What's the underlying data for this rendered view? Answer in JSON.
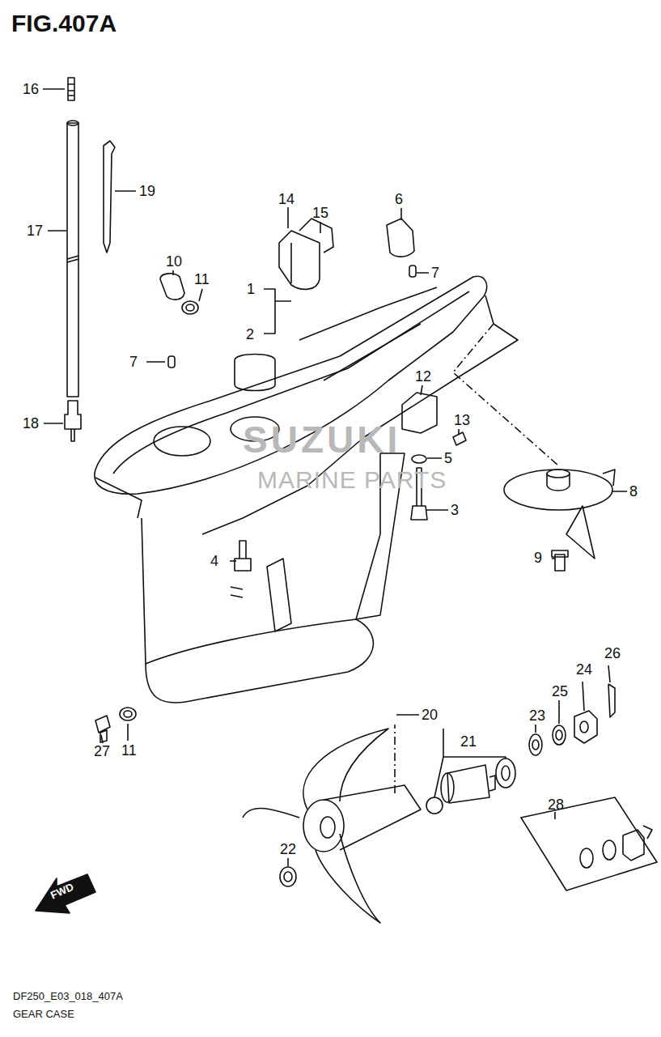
{
  "diagram": {
    "title": "FIG.407A",
    "caption": "GEAR CASE",
    "labels": [
      "16",
      "17",
      "18",
      "19",
      "10",
      "11",
      "7",
      "1",
      "2",
      "14",
      "15",
      "6",
      "7",
      "12",
      "13",
      "5",
      "3",
      "8",
      "9",
      "4",
      "27",
      "11",
      "20",
      "21",
      "26",
      "24",
      "25",
      "23",
      "22",
      "28",
      "FWD",
      "SUZUKI",
      "MARINE PARTS",
      "DF250_E03_018_407A"
    ]
  }
}
